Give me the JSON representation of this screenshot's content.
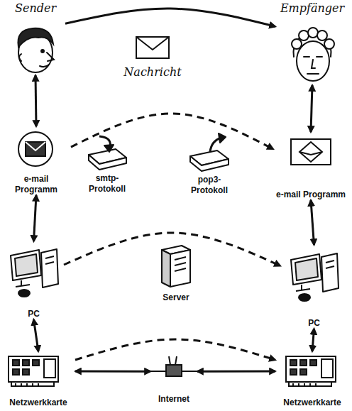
{
  "diagram": {
    "nodes": [
      {
        "text": [
          "Sender"
        ]
      },
      {
        "text": [
          "Empfänger"
        ]
      },
      {
        "text": [
          "e-mail Programm"
        ]
      },
      {
        "text": [
          "e-mail Programm"
        ]
      },
      {
        "text": [
          "PC"
        ]
      },
      {
        "text": [
          "PC"
        ]
      },
      {
        "text": [
          "Netzwerkkarte"
        ]
      },
      {
        "text": [
          "Internet"
        ]
      },
      {
        "text": [
          "Netzwerkkarte"
        ]
      }
    ],
    "edges": [
      {
        "from": 0,
        "to": 1,
        "arrow": "to"
      },
      {
        "from": 0,
        "to": 2,
        "arrow": "both"
      },
      {
        "from": 1,
        "to": 3,
        "arrow": "both"
      },
      {
        "from": 2,
        "to": 3,
        "arrow": "to"
      },
      {
        "from": 2,
        "to": 4,
        "arrow": "both"
      },
      {
        "from": 3,
        "to": 5,
        "arrow": "both"
      },
      {
        "from": 4,
        "to": 5,
        "arrow": "to"
      },
      {
        "from": 4,
        "to": 6,
        "arrow": "both"
      },
      {
        "from": 5,
        "to": 8,
        "arrow": "both"
      },
      {
        "from": 6,
        "to": 8,
        "arrow": "to"
      },
      {
        "from": 6,
        "to": 7,
        "arrow": "both"
      },
      {
        "from": 7,
        "to": 8,
        "arrow": "both"
      }
    ],
    "labels": [
      "Nachricht",
      "smtp-Protokoll",
      "pop3-Protokoll",
      "Server"
    ]
  }
}
